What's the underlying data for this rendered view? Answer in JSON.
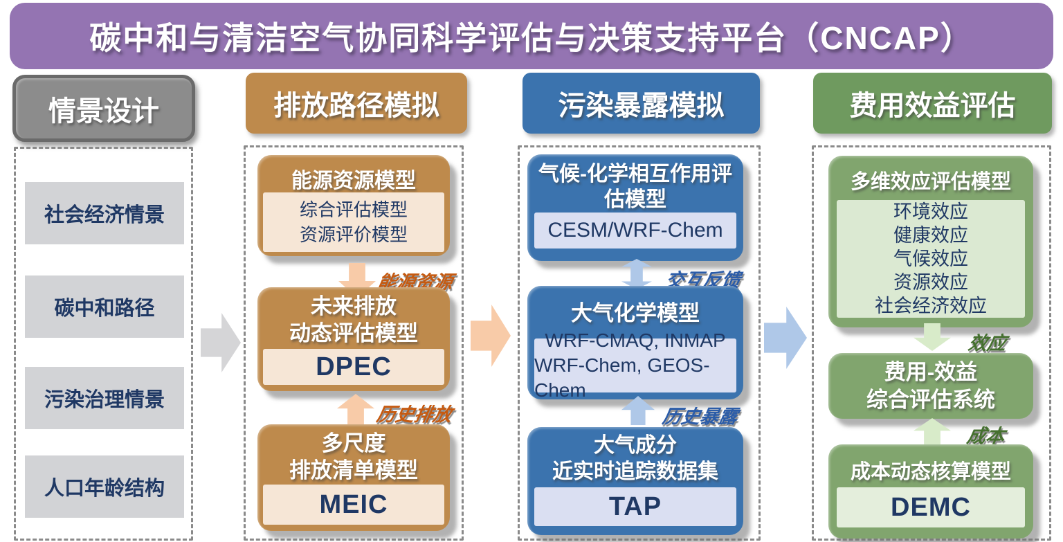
{
  "banner": {
    "title": "碳中和与清洁空气协同科学评估与决策支持平台（CNCAP）"
  },
  "col1": {
    "header": "情景设计",
    "items": [
      "社会经济情景",
      "碳中和路径",
      "污染治理情景",
      "人口年龄结构"
    ]
  },
  "col2": {
    "header": "排放路径模拟",
    "box1": {
      "title": "能源资源模型",
      "line1": "综合评估模型",
      "line2": "资源评价模型"
    },
    "arrow1_label": "能源资源",
    "box2": {
      "line1": "未来排放",
      "line2": "动态评估模型",
      "code": "DPEC"
    },
    "arrow2_label": "历史排放",
    "box3": {
      "line1": "多尺度",
      "line2": "排放清单模型",
      "code": "MEIC"
    }
  },
  "col3": {
    "header": "污染暴露模拟",
    "box1": {
      "line1": "气候-化学相互作用评",
      "line2": "估模型",
      "code": "CESM/WRF-Chem"
    },
    "arrow1_label": "交互反馈",
    "box2": {
      "title": "大气化学模型",
      "line1": "WRF-CMAQ, INMAP",
      "line2": "WRF-Chem, GEOS-Chem"
    },
    "arrow2_label": "历史暴露",
    "box3": {
      "line1": "大气成分",
      "line2": "近实时追踪数据集",
      "code": "TAP"
    }
  },
  "col4": {
    "header": "费用效益评估",
    "box1": {
      "title": "多维效应评估模型",
      "items": [
        "环境效应",
        "健康效应",
        "气候效应",
        "资源效应",
        "社会经济效应"
      ]
    },
    "arrow1_label": "效应",
    "box2": {
      "line1": "费用-效益",
      "line2": "综合评估系统"
    },
    "arrow2_label": "成本",
    "box3": {
      "title": "成本动态核算模型",
      "code": "DEMC"
    }
  },
  "colors": {
    "purple": "#9474B2",
    "gray_header": "#8C8C8C",
    "gray_header_border": "#6A6A6A",
    "gray_item": "#D2D3D6",
    "gray_arrow": "#D5D5D7",
    "navy": "#1F3864",
    "orange": "#BE8A4C",
    "cream": "#F6E6D6",
    "peach": "#F8CBA8",
    "orange_label": "#C55A11",
    "blue": "#3B73AE",
    "blue_light": "#DADFF2",
    "blue_arrow": "#AFC8E8",
    "blue_label": "#2B5CA8",
    "green_header": "#6F9A5F",
    "green_box": "#81A56E",
    "green_light": "#DBE9D2",
    "green_lighter": "#E4EEDC",
    "green_arrow": "#D8EBC9",
    "green_label": "#45702F",
    "dash": "#8A8A8A"
  }
}
